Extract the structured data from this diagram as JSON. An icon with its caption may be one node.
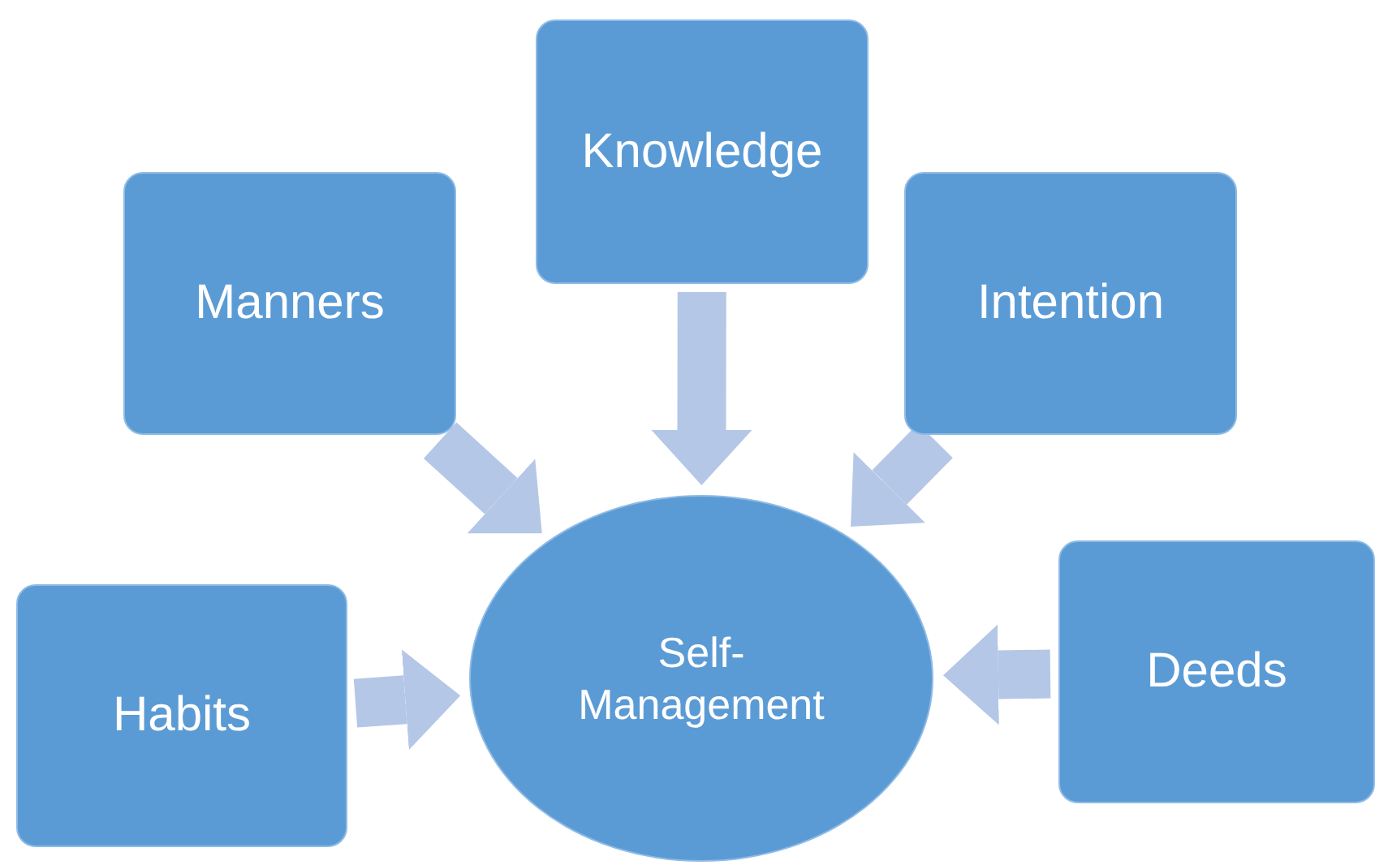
{
  "diagram": {
    "nodes": [
      {
        "text": [
          "Knowledge"
        ]
      },
      {
        "text": [
          "Manners"
        ]
      },
      {
        "text": [
          "Intention"
        ]
      },
      {
        "text": [
          "Habits"
        ]
      },
      {
        "text": [
          "Self-Management"
        ]
      },
      {
        "text": [
          "Deeds"
        ]
      }
    ],
    "edges": [
      {
        "from": 0,
        "to": 4,
        "arrow": "to"
      },
      {
        "from": 1,
        "to": 4,
        "arrow": "to"
      },
      {
        "from": 2,
        "to": 4,
        "arrow": "to"
      },
      {
        "from": 3,
        "to": 4,
        "arrow": "to"
      },
      {
        "from": 5,
        "to": 4,
        "arrow": "to"
      }
    ]
  }
}
